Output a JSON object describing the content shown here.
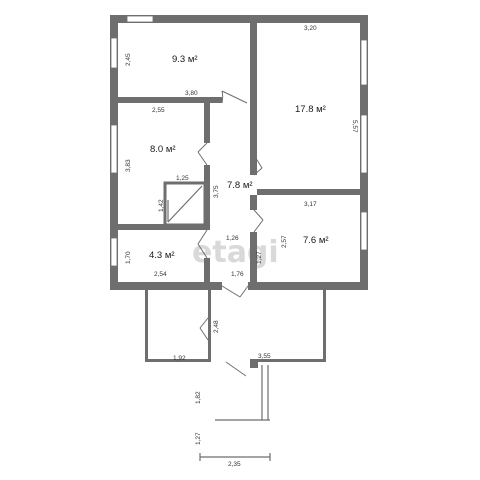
{
  "watermark": "etagi",
  "rooms": [
    {
      "id": "room-1",
      "area": "9.3 м²"
    },
    {
      "id": "room-2",
      "area": "17.8 м²"
    },
    {
      "id": "room-3",
      "area": "8.0 м²"
    },
    {
      "id": "room-4",
      "area": "7.8 м²"
    },
    {
      "id": "room-5",
      "area": "7.6 м²"
    },
    {
      "id": "room-6",
      "area": "4.3 м²"
    }
  ],
  "dimensions": {
    "d_320": "3,20",
    "d_245": "2,45",
    "d_380": "3,80",
    "d_255": "2,55",
    "d_557": "5,57",
    "d_383": "3,83",
    "d_125": "1,25",
    "d_375": "3,75",
    "d_142": "1,42",
    "d_317": "3,17",
    "d_126": "1,26",
    "d_257": "2,57",
    "d_170": "1,70",
    "d_127a": "1,27",
    "d_254": "2,54",
    "d_176": "1,76",
    "d_248": "2,48",
    "d_192": "1,92",
    "d_355": "3,55",
    "d_182": "1,82",
    "d_127b": "1,27",
    "d_235": "2,35"
  }
}
